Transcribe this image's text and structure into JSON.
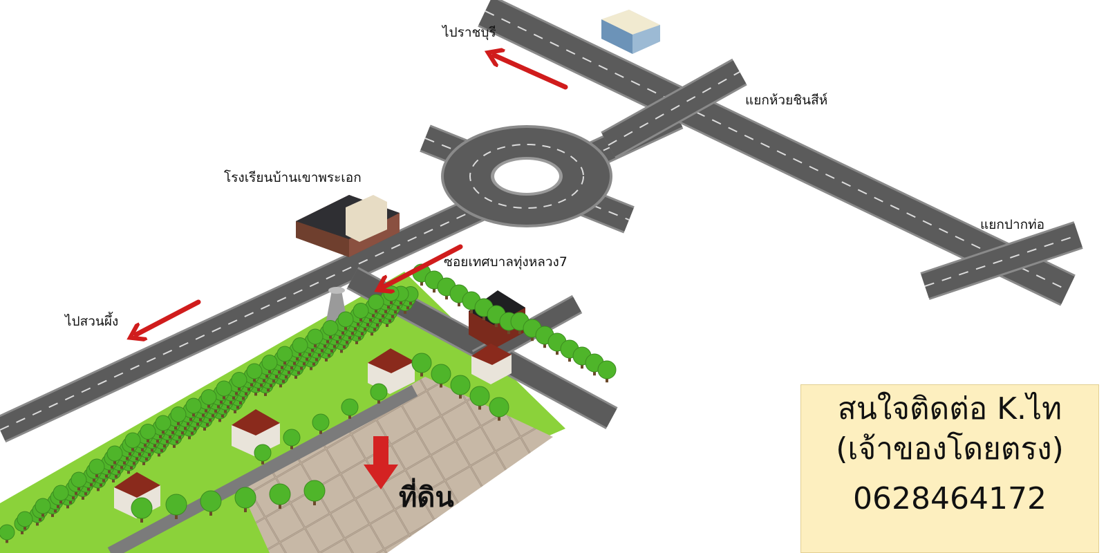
{
  "labels": {
    "to_ratchaburi": "ไปราชบุรี",
    "huai_chin_si_junction": "แยกห้วยชินสีห์",
    "school": "โรงเรียนบ้านเขาพระเอก",
    "pak_tho_junction": "แยกปากท่อ",
    "soi": "ซอยเทศบาลทุ่งหลวง7",
    "to_suan_phueng": "ไปสวนผึ้ง",
    "land": "ที่ดิน"
  },
  "contact": {
    "line1": "สนใจติดต่อ K.ไท",
    "line2": "(เจ้าของโดยตรง)",
    "phone": "0628464172"
  },
  "colors": {
    "road": "#5b5b5b",
    "road_edge": "#8a8a8a",
    "lane_marking": "#dcdcdc",
    "grass": "#8bd23a",
    "tree": "#4fb52a",
    "arrow": "#d01c1c",
    "plot": "#bfae9a",
    "contact_bg": "#fdefbf"
  }
}
